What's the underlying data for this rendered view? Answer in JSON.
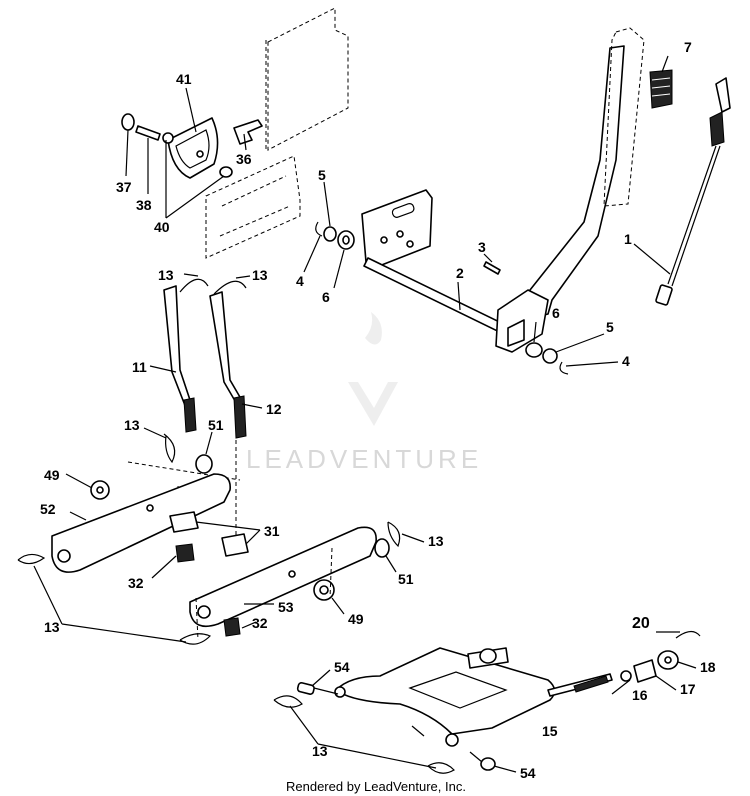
{
  "watermark": {
    "text": "LEADVENTURE"
  },
  "footer": {
    "text": "Rendered by LeadVenture, Inc."
  },
  "callouts": [
    "1",
    "2",
    "3",
    "4",
    "4",
    "5",
    "5",
    "6",
    "6",
    "7",
    "11",
    "12",
    "13",
    "13",
    "13",
    "13",
    "13",
    "13",
    "13",
    "15",
    "16",
    "17",
    "18",
    "20",
    "31",
    "32",
    "32",
    "36",
    "37",
    "38",
    "40",
    "41",
    "49",
    "49",
    "51",
    "51",
    "52",
    "53",
    "54",
    "54"
  ]
}
